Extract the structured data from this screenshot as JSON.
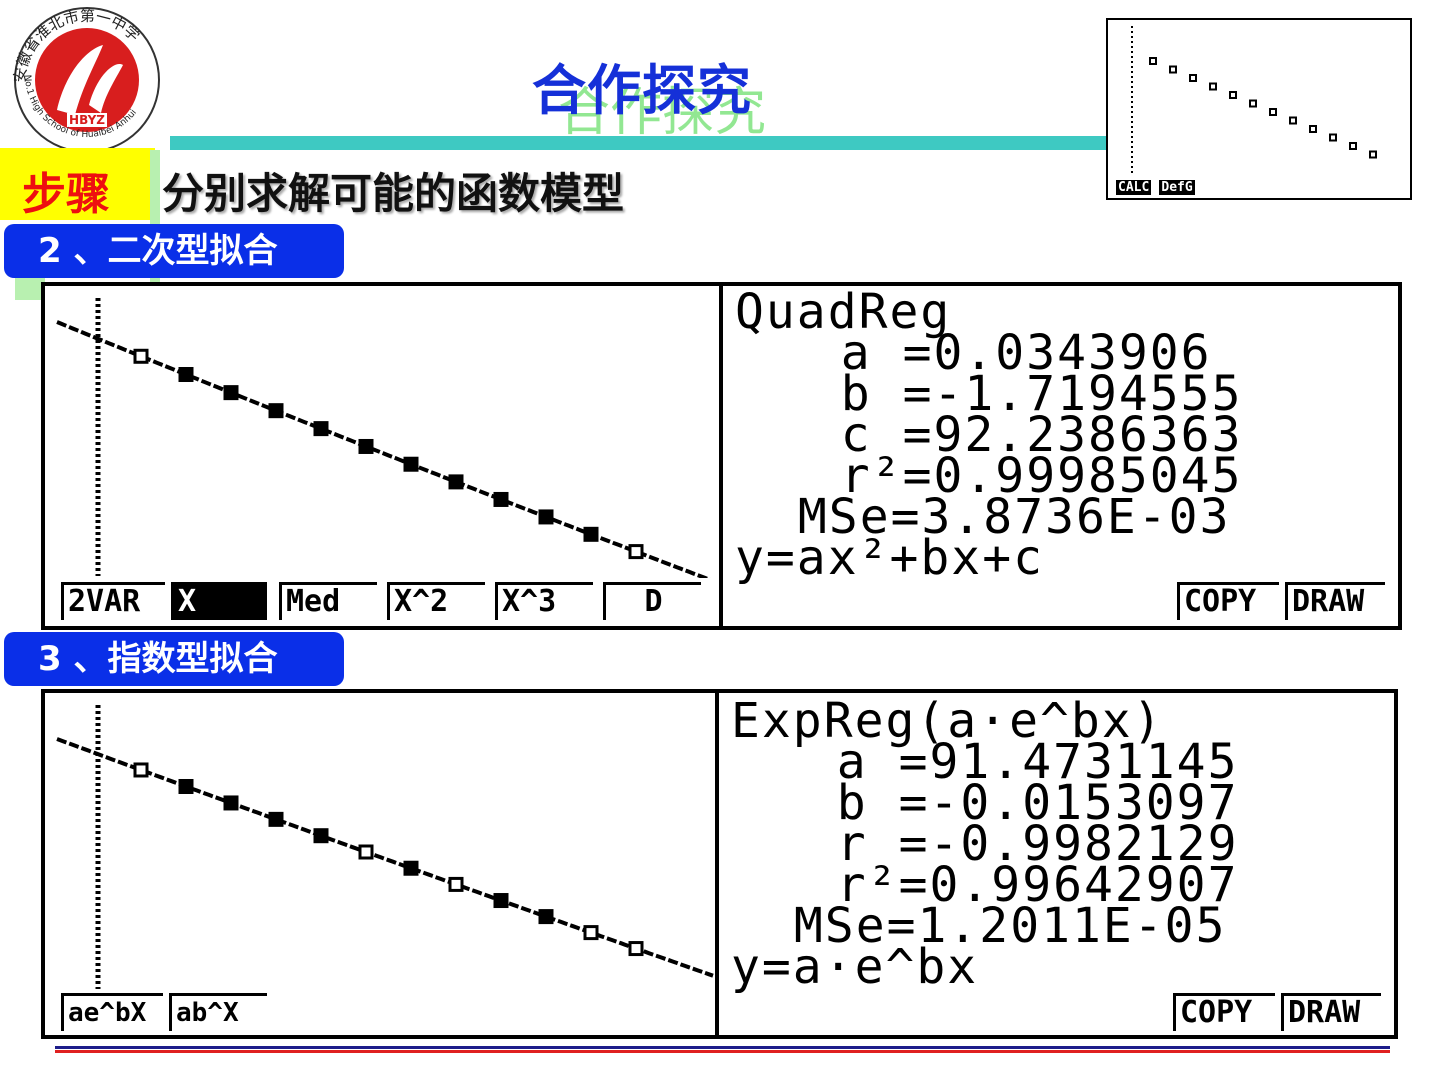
{
  "header": {
    "school_name": "安徽省淮北市第一中学",
    "school_name_en": "No.1 High School of Huaibei Anhui",
    "logo_text": "HBYZ",
    "title": "合作探究",
    "step_label": "步骤",
    "subtitle": "分别求解可能的函数模型"
  },
  "inset": {
    "buttons": [
      "CALC",
      "DefG"
    ],
    "points": [
      [
        1,
        1
      ],
      [
        2,
        2
      ],
      [
        3,
        3
      ],
      [
        4,
        4
      ],
      [
        5,
        5
      ],
      [
        6,
        6
      ],
      [
        7,
        7
      ],
      [
        8,
        8
      ],
      [
        9,
        9
      ],
      [
        10,
        10
      ],
      [
        11,
        11
      ],
      [
        12,
        12
      ]
    ]
  },
  "section2": {
    "label": "2 、二次型拟合",
    "graph_menu": [
      "2VAR",
      "X",
      "Med",
      "X^2",
      "X^3",
      "D"
    ],
    "results": {
      "title": "QuadReg",
      "a": "  a =0.0343906",
      "b": "  b =-1.7194555",
      "c": "  c =92.2386363",
      "r2": "  r²=0.99985045",
      "mse": " MSe=3.8736E-03",
      "formula": "y=ax²+bx+c"
    },
    "buttons": [
      "COPY",
      "DRAW"
    ]
  },
  "section3": {
    "label": "3 、指数型拟合",
    "graph_menu": [
      "ae^bX",
      "ab^X"
    ],
    "results": {
      "title": "ExpReg(a·e^bx)",
      "a": "  a =91.4731145",
      "b": "  b =-0.0153097",
      "r": "  r =-0.9982129",
      "r2": "  r²=0.99642907",
      "mse": " MSe=1.2011E-05",
      "formula": "y=a·e^bx"
    },
    "buttons": [
      "COPY",
      "DRAW"
    ]
  },
  "colors": {
    "title_blue": "#1530d8",
    "tab_blue": "#0a2fe8",
    "step_red": "#ee1010",
    "step_yellow": "#ffff00",
    "rule_teal": "#3ec9c2",
    "logo_red": "#d81e1e"
  }
}
